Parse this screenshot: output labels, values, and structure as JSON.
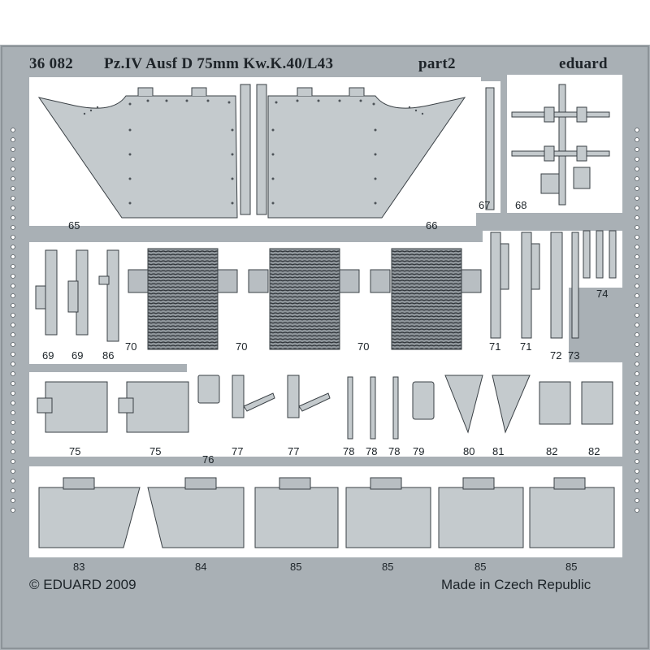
{
  "header": {
    "code": "36 082",
    "title": "Pz.IV Ausf D 75mm Kw.K.40/L43",
    "part": "part2",
    "brand": "eduard"
  },
  "footer": {
    "copyright": "© EDUARD 2009",
    "origin": "Made in Czech Republic"
  },
  "part_numbers": {
    "p65": "65",
    "p66": "66",
    "p67": "67",
    "p68": "68",
    "p69a": "69",
    "p69b": "69",
    "p86": "86",
    "p70a": "70",
    "p70b": "70",
    "p70c": "70",
    "p71a": "71",
    "p71b": "71",
    "p72": "72",
    "p73": "73",
    "p74": "74",
    "p75a": "75",
    "p75b": "75",
    "p76": "76",
    "p77a": "77",
    "p77b": "77",
    "p78a": "78",
    "p78b": "78",
    "p78c": "78",
    "p79": "79",
    "p80": "80",
    "p81": "81",
    "p82a": "82",
    "p82b": "82",
    "p83": "83",
    "p84": "84",
    "p85a": "85",
    "p85b": "85",
    "p85c": "85",
    "p85d": "85"
  },
  "colors": {
    "fret": "#a9b0b5",
    "void": "#ffffff",
    "part_fill": "#c4cacd",
    "outline": "#3a4045",
    "detail": "#4d5358"
  }
}
